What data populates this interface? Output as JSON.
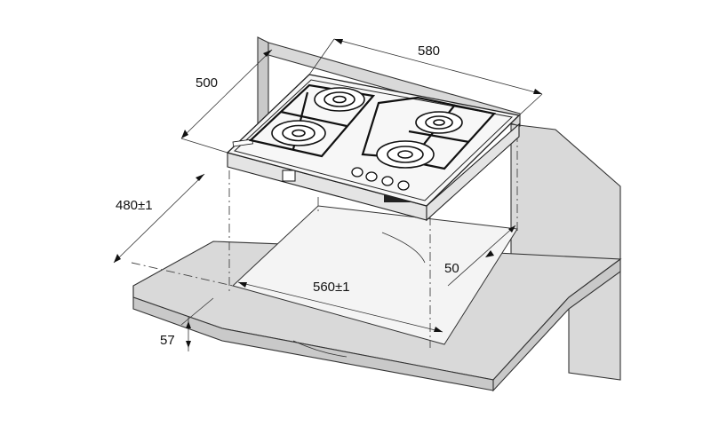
{
  "dimensions": {
    "hob_width": "580",
    "hob_depth": "500",
    "cutout_depth": "480±1",
    "cutout_width": "560±1",
    "rear_clearance": "50",
    "worktop_thickness": "57"
  }
}
